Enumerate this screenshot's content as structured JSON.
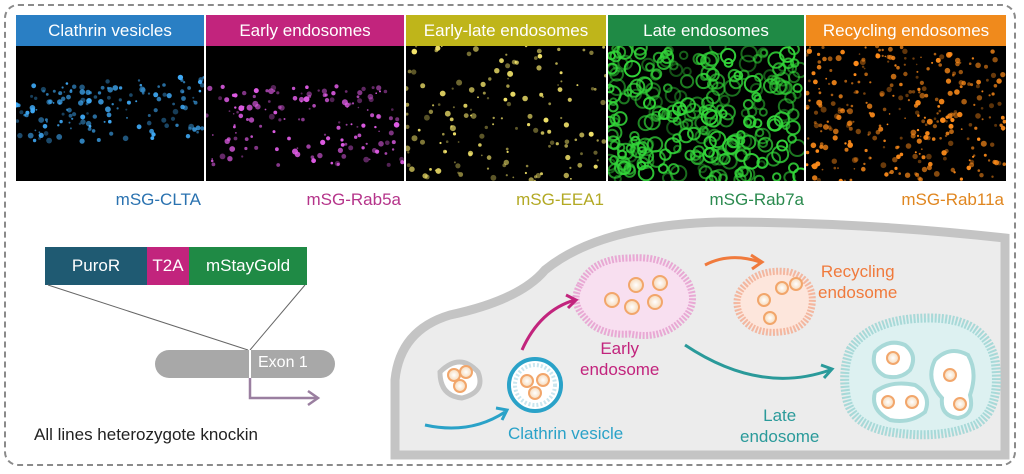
{
  "panels": [
    {
      "header": "Clathrin vesicles",
      "caption": "mSG-CLTA",
      "header_color": "#2a7fc4",
      "caption_color": "#2a72b0",
      "dot_color": "#3fa9f5"
    },
    {
      "header": "Early endosomes",
      "caption": "mSG-Rab5a",
      "header_color": "#c2247d",
      "caption_color": "#b5348a",
      "dot_color": "#e05ce6"
    },
    {
      "header": "Early-late endosomes",
      "caption": "mSG-EEA1",
      "header_color": "#bfb51a",
      "caption_color": "#b3a924",
      "dot_color": "#f2e36a"
    },
    {
      "header": "Late endosomes",
      "caption": "mSG-Rab7a",
      "header_color": "#1f8a45",
      "caption_color": "#2a8a4e",
      "dot_color": "#33d63a"
    },
    {
      "header": "Recycling endosomes",
      "caption": "mSG-Rab11a",
      "header_color": "#f08a1c",
      "caption_color": "#e0861f",
      "dot_color": "#ff8c1a"
    }
  ],
  "construct": {
    "puro": "PuroR",
    "t2a": "T2A",
    "staygold": "mStayGold",
    "exon": "Exon 1",
    "note": "All lines heterozygote knockin",
    "colors": {
      "puro": "#1f5a72",
      "t2a": "#c2247d",
      "staygold": "#1f8a45",
      "gene": "#a8a8a8",
      "arrow": "#9a7fa0"
    }
  },
  "cell_labels": {
    "early": "Early\nendosome",
    "recycling": "Recycling\nendosome",
    "clathrin": "Clathrin vesicle",
    "late": "Late\nendosome"
  },
  "label_colors": {
    "early": "#c2247d",
    "recycling": "#f07a3c",
    "clathrin": "#2aa2c8",
    "late": "#2a9a9a"
  }
}
